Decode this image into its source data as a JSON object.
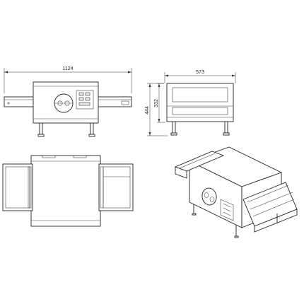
{
  "dimensions": {
    "length": "1124",
    "depth": "573",
    "height_total": "444",
    "height_body": "332"
  }
}
